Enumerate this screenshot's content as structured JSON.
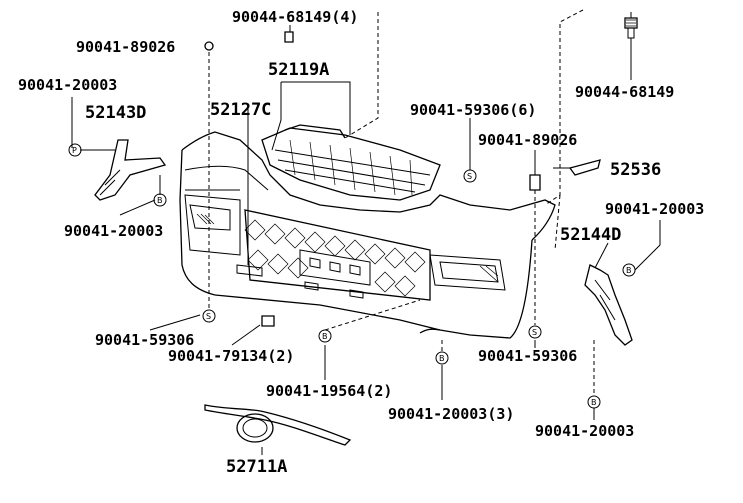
{
  "labels": {
    "p90044_68149_4": "90044-68149(4)",
    "p90041_89026_a": "90041-89026",
    "p52119A": "52119A",
    "p90041_20003_a": "90041-20003",
    "p52143D": "52143D",
    "p52127C": "52127C",
    "p90041_59306_6": "90041-59306(6)",
    "p90041_89026_b": "90041-89026",
    "p52536": "52536",
    "p90044_68149": "90044-68149",
    "p90041_20003_b": "90041-20003",
    "p90041_20003_c": "90041-20003",
    "p52144D": "52144D",
    "p90041_59306_a": "90041-59306",
    "p90041_79134_2": "90041-79134(2)",
    "p90041_59306_b": "90041-59306",
    "p90041_19564_2": "90041-19564(2)",
    "p90041_20003_3": "90041-20003(3)",
    "p90041_20003_d": "90041-20003",
    "p52711A": "52711A"
  },
  "markers": {
    "b": "B",
    "s": "S",
    "p": "P"
  }
}
